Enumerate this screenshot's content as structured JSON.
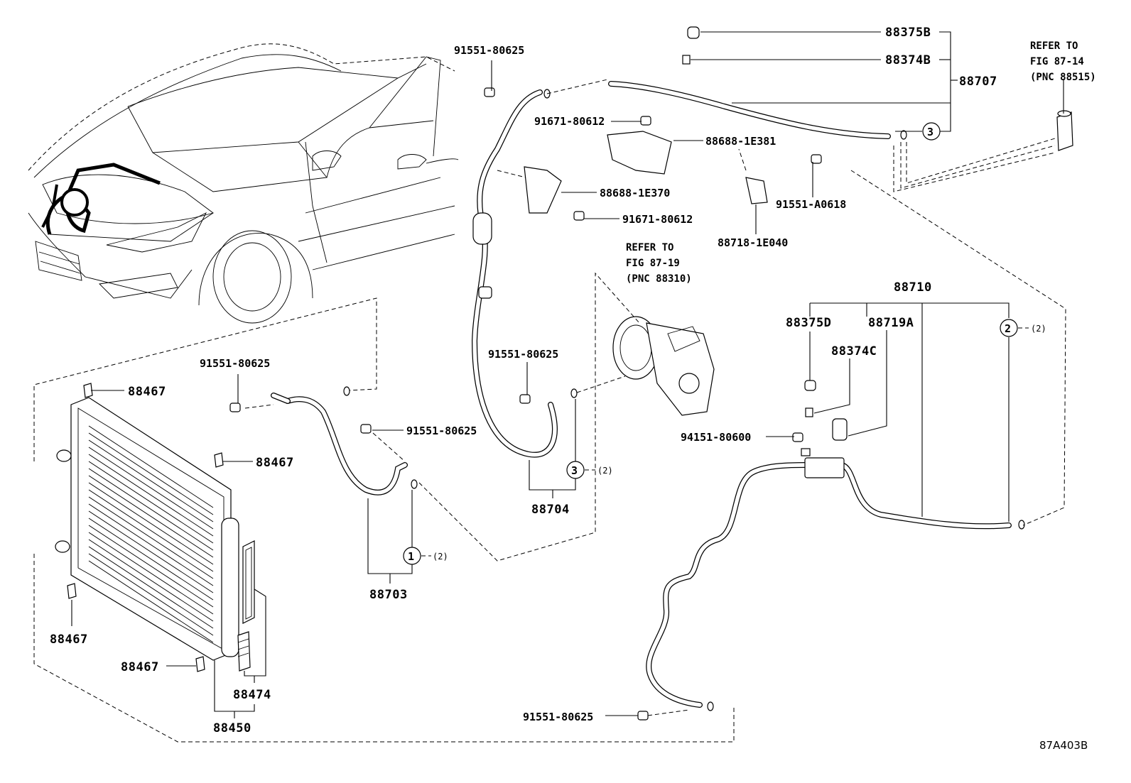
{
  "diagram_code": "87A403B",
  "references": {
    "ref1": [
      "REFER TO",
      "FIG 87-14",
      "(PNC 88515)"
    ],
    "ref2": [
      "REFER TO",
      "FIG 87-19",
      "(PNC 88310)"
    ]
  },
  "labels": {
    "p88375B": "88375B",
    "p88374B": "88374B",
    "p88707": "88707",
    "b91551_80625_top": "91551-80625",
    "b91671_80612_a": "91671-80612",
    "p88688_1E381": "88688-1E381",
    "p88688_1E370": "88688-1E370",
    "b91671_80612_b": "91671-80612",
    "b91551_A0618": "91551-A0618",
    "p88718_1E040": "88718-1E040",
    "p88710": "88710",
    "p88375D": "88375D",
    "p88719A": "88719A",
    "p88374C": "88374C",
    "b91551_80625_mid": "91551-80625",
    "b91551_80625_left": "91551-80625",
    "b91551_80625_pipe": "91551-80625",
    "b94151_80600": "94151-80600",
    "p88467_a": "88467",
    "p88467_b": "88467",
    "p88467_c": "88467",
    "p88467_d": "88467",
    "p88704": "88704",
    "p88703": "88703",
    "p88474": "88474",
    "p88450": "88450",
    "b91551_80625_bottom": "91551-80625"
  },
  "callouts": {
    "c1": "1",
    "c2": "2",
    "c3a": "3",
    "c3b": "3",
    "q1": "(2)",
    "q2": "(2)",
    "q3": "(2)"
  }
}
